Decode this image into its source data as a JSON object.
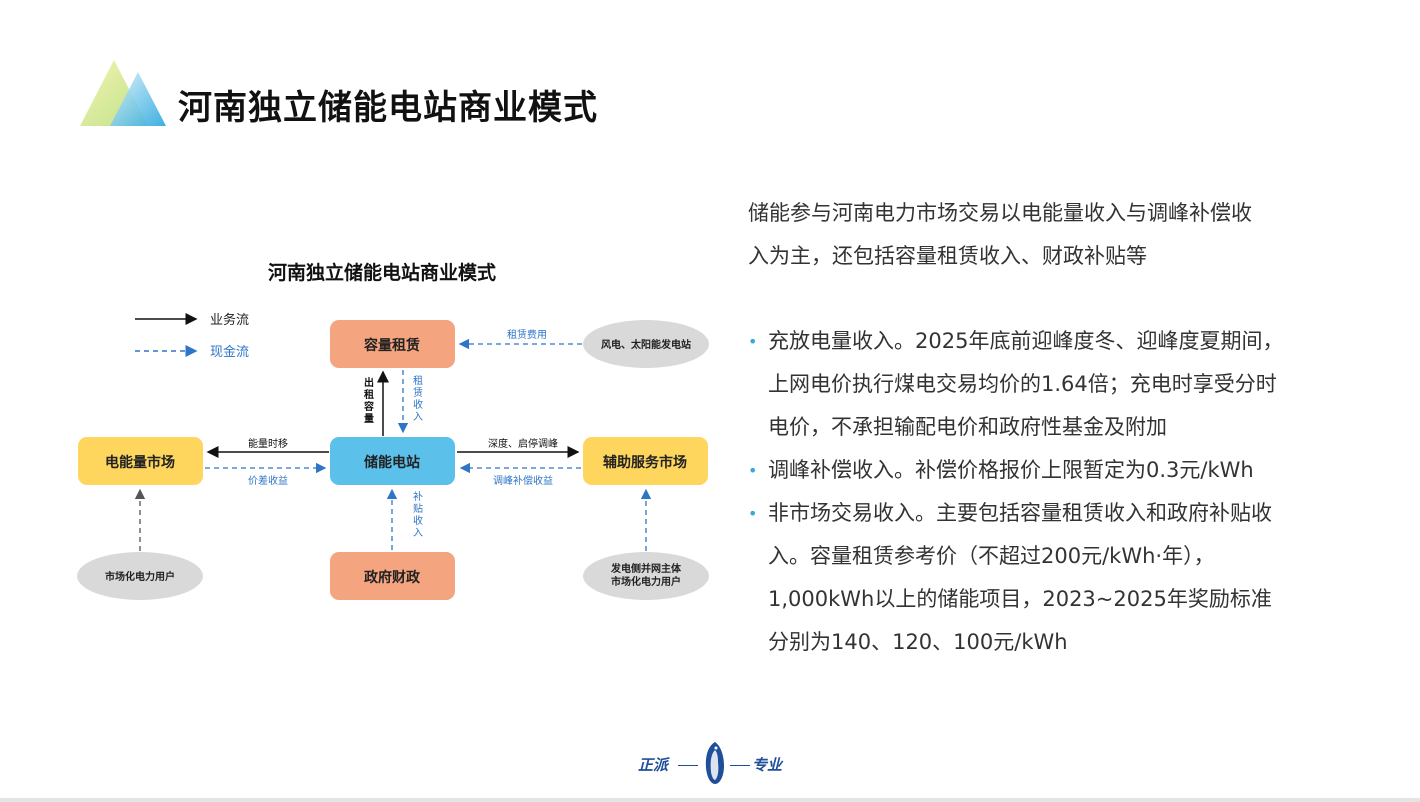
{
  "slide": {
    "title": "河南独立储能电站商业模式"
  },
  "diagram": {
    "title": "河南独立储能电站商业模式",
    "legend": {
      "business_flow": "业务流",
      "cash_flow": "现金流"
    },
    "nodes": {
      "capacity_lease": "容量租赁",
      "storage_station": "储能电站",
      "energy_market": "电能量市场",
      "ancillary_market": "辅助服务市场",
      "government_finance": "政府财政",
      "wind_solar": "风电、太阳能发电站",
      "market_users_left": "市场化电力用户",
      "gen_grid_line1": "发电侧并网主体",
      "gen_grid_line2": "市场化电力用户"
    },
    "edges": {
      "lease_fee": "租赁费用",
      "rent_capacity": [
        "出",
        "租",
        "容",
        "量"
      ],
      "lease_income": [
        "租",
        "赁",
        "收",
        "入"
      ],
      "energy_shift": "能量时移",
      "price_spread": "价差收益",
      "peak_regulation": "深度、启停调峰",
      "peak_compensation": "调峰补偿收益",
      "subsidy_income": [
        "补",
        "贴",
        "收",
        "入"
      ]
    },
    "colors": {
      "orange": "#f4a47e",
      "blue": "#5bc0ea",
      "yellow": "#fed65e",
      "gray": "#d9d9d9",
      "cash_blue": "#2e75c7"
    }
  },
  "lead": {
    "line1": "储能参与河南电力市场交易以电能量收入与调峰补偿收",
    "line2": "入为主，还包括容量租赁收入、财政补贴等"
  },
  "bullets": [
    {
      "lines": [
        "充放电量收入。2025年底前迎峰度冬、迎峰度夏期间，",
        "上网电价执行煤电交易均价的1.64倍；充电时享受分时",
        "电价，不承担输配电价和政府性基金及附加"
      ]
    },
    {
      "lines": [
        "调峰补偿收入。补偿价格报价上限暂定为0.3元/kWh"
      ]
    },
    {
      "lines": [
        "非市场交易收入。主要包括容量租赁收入和政府补贴收",
        "入。容量租赁参考价（不超过200元/kWh·年），",
        "1,000kWh以上的储能项目，2023~2025年奖励标准",
        "分别为140、120、100元/kWh"
      ]
    }
  ],
  "footer": {
    "left": "正派",
    "right": "专业"
  }
}
